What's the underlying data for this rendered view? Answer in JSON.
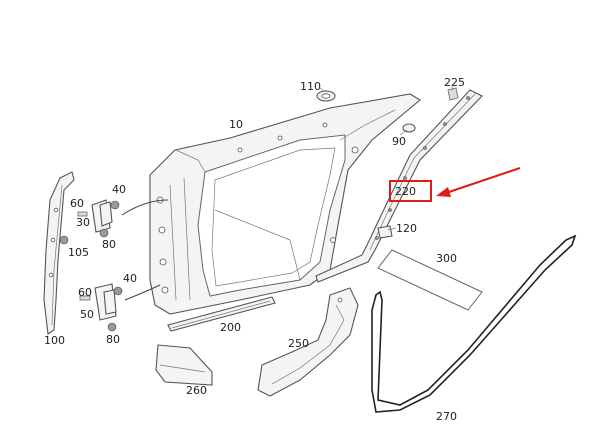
{
  "diagram": {
    "labels": {
      "p10": "10",
      "p110": "110",
      "p225": "225",
      "p90": "90",
      "p220": "220",
      "p120": "120",
      "p300": "300",
      "p40a": "40",
      "p60a": "60",
      "p30": "30",
      "p80a": "80",
      "p105": "105",
      "p40b": "40",
      "p60b": "60",
      "p50": "50",
      "p80b": "80",
      "p100": "100",
      "p200": "200",
      "p250": "250",
      "p260": "260",
      "p270": "270"
    },
    "highlight": {
      "target_label": "220",
      "box_color": "#e01919",
      "arrow_color": "#e01919"
    }
  }
}
